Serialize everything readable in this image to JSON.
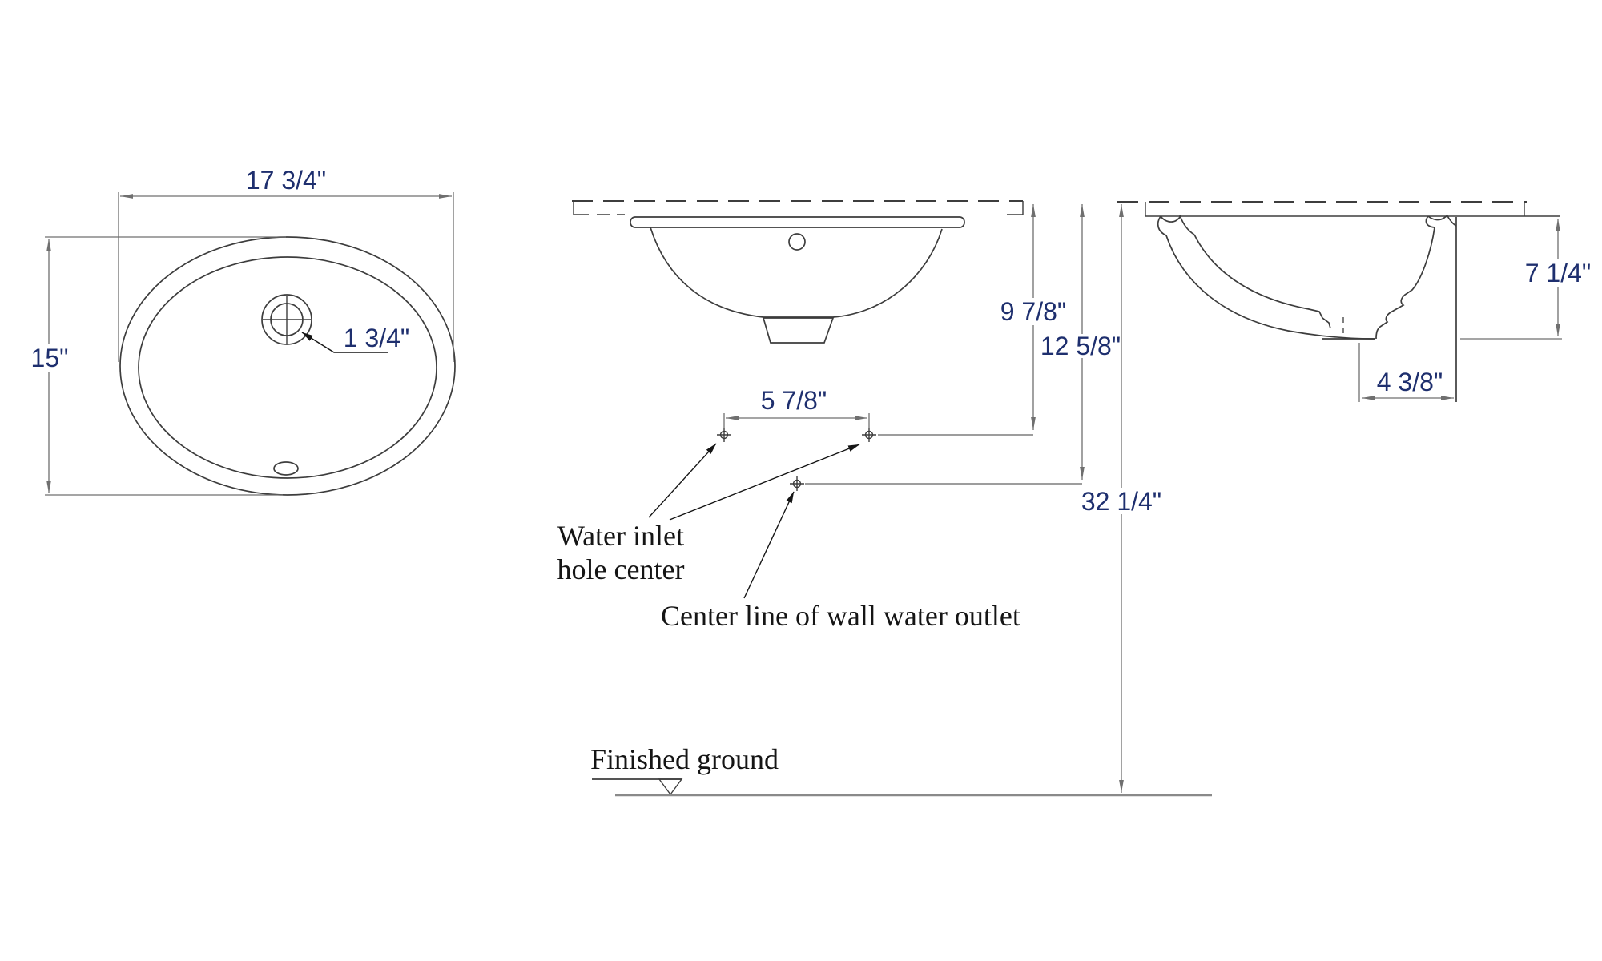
{
  "drawing": {
    "top_view": {
      "width_dim": "17 3/4\"",
      "depth_dim": "15\"",
      "drain_dim": "1 3/4\""
    },
    "front_view": {
      "inlet_spacing_dim": "5 7/8\"",
      "rim_to_inlet_dim": "9 7/8\"",
      "rim_to_outlet_dim": "12 5/8\"",
      "ground_to_rim_dim": "32 1/4\"",
      "water_inlet_label_line1": "Water inlet",
      "water_inlet_label_line2": "hole center",
      "outlet_label": "Center line of wall water outlet",
      "ground_label": "Finished ground"
    },
    "side_view": {
      "bowl_depth_dim": "7 1/4\"",
      "drain_offset_dim": "4 3/8\""
    }
  },
  "colors": {
    "line": "#3d3d3d",
    "dim_line": "#6f6f6f",
    "conn_line": "#7d7d7d",
    "ground_line": "#8a8a8a",
    "dim_text": "#1e2f6e",
    "label_text": "#151515",
    "background": "#ffffff"
  }
}
